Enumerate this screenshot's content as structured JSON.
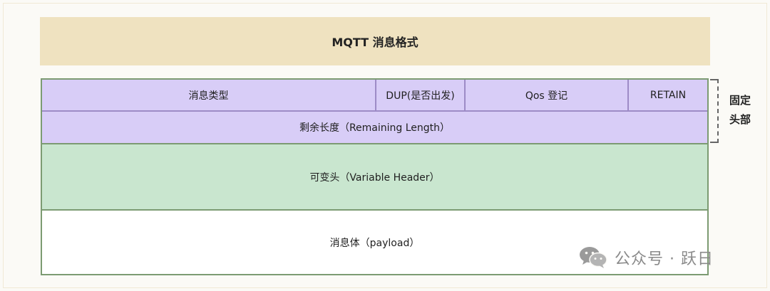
{
  "title": "MQTT 消息格式",
  "fixed_header": {
    "row1": {
      "message_type": "消息类型",
      "dup": "DUP(是否出发)",
      "qos": "Qos 登记",
      "retain": "RETAIN"
    },
    "remaining_length": "剩余长度（Remaining Length）",
    "label": "固定头部"
  },
  "variable_header": "可变头（Variable Header）",
  "payload": "消息体（payload）",
  "watermark": {
    "icon": "wechat-icon",
    "text": "公众号 · 跃日"
  },
  "colors": {
    "title_bg": "#efe2c0",
    "fixed_header_bg": "#d8cdf7",
    "variable_header_bg": "#c9e6cf",
    "payload_bg": "#ffffff",
    "border": "#7c9b72"
  }
}
